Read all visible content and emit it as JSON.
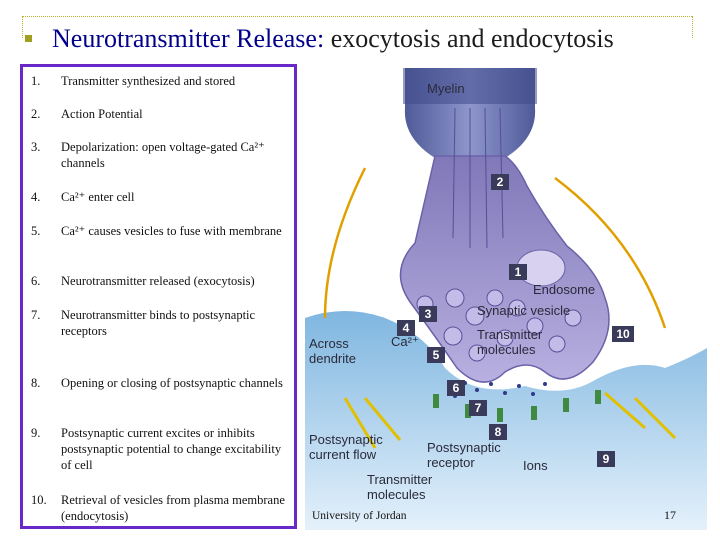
{
  "title": {
    "main": "Neurotransmitter Release:",
    "sub": " exocytosis and endocytosis"
  },
  "steps": [
    {
      "num": "1.",
      "text": "Transmitter synthesized and stored"
    },
    {
      "num": "2.",
      "text": "Action Potential"
    },
    {
      "num": "3.",
      "text": "Depolarization: open voltage-gated Ca²⁺ channels"
    },
    {
      "num": "4.",
      "text": "Ca²⁺ enter cell"
    },
    {
      "num": "5.",
      "text": "Ca²⁺ causes vesicles to fuse with membrane"
    },
    {
      "num": "6.",
      "text": "Neurotransmitter released (exocytosis)"
    },
    {
      "num": "7.",
      "text": "Neurotransmitter binds to postsynaptic receptors"
    },
    {
      "num": "8.",
      "text": "Opening or closing of postsynaptic channels"
    },
    {
      "num": "9.",
      "text": "Postsynaptic current excites or inhibits postsynaptic potential to change excitability of cell"
    },
    {
      "num": "10.",
      "text": "Retrieval of vesicles from plasma membrane (endocytosis)"
    }
  ],
  "figure": {
    "labels": {
      "myelin": "Myelin",
      "endosome": "Endosome",
      "synaptic_vesicle": "Synaptic vesicle",
      "transmitter_molecules_1": "Transmitter",
      "transmitter_molecules_2": "molecules",
      "across_1": "Across",
      "across_2": "dendrite",
      "ca": "Ca²⁺",
      "postsyn_current_1": "Postsynaptic",
      "postsyn_current_2": "current flow",
      "postsyn_receptor_1": "Postsynaptic",
      "postsyn_receptor_2": "receptor",
      "ions": "Ions",
      "transmitter_bottom_1": "Transmitter",
      "transmitter_bottom_2": "molecules"
    },
    "badges": [
      "1",
      "2",
      "3",
      "4",
      "5",
      "6",
      "7",
      "8",
      "9",
      "10"
    ],
    "colors": {
      "axon": "#7f86c0",
      "terminal": "#a99fd3",
      "postsynaptic": "#9ec9e8",
      "badge": "#3a3a5a"
    }
  },
  "footer": {
    "university": "University of Jordan",
    "page": "17"
  }
}
